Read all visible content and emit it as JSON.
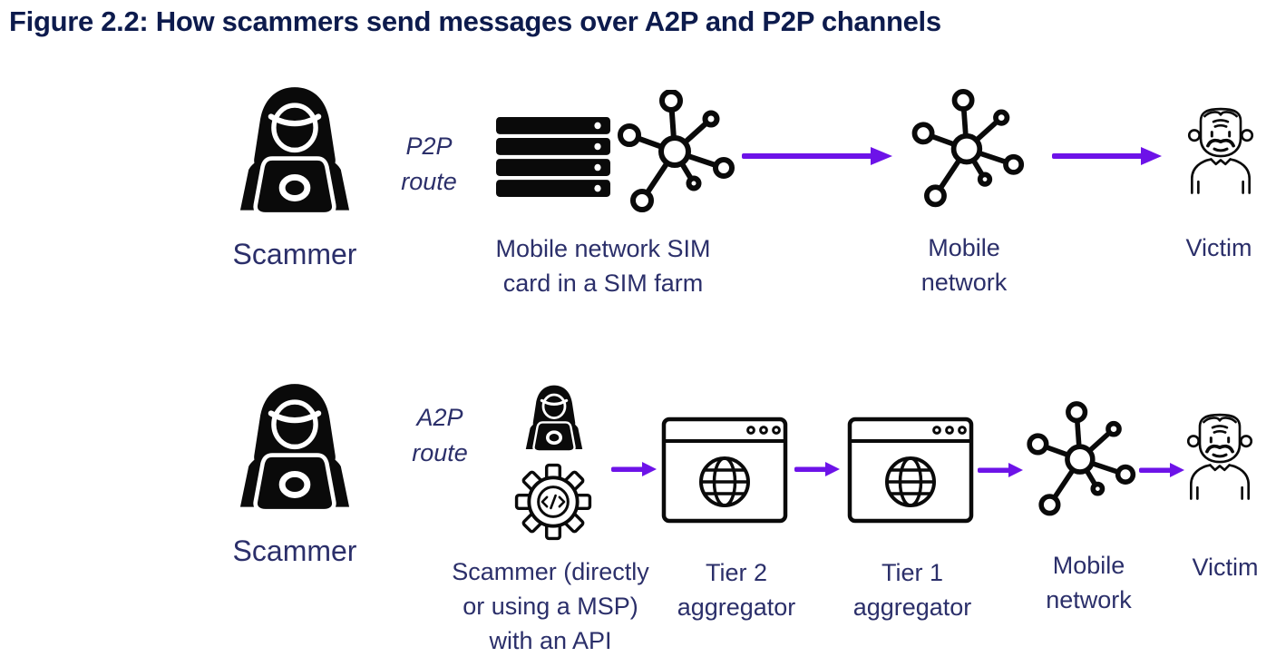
{
  "figure": {
    "title": "Figure 2.2: How scammers send messages over A2P and P2P channels"
  },
  "colors": {
    "title_text": "#0d1b4d",
    "label_text": "#2b2f6a",
    "arrow": "#6d13e8",
    "icon_ink": "#0a0a0a",
    "background": "#ffffff"
  },
  "icons": {
    "scammer": "hooded-scammer-with-laptop-icon",
    "sim_farm_server": "server-rack-icon",
    "network_hub": "network-nodes-icon",
    "victim": "elderly-man-worried-icon",
    "api_gear": "gear-with-code-icon",
    "aggregator": "browser-window-globe-icon",
    "arrow": "right-arrow"
  },
  "p2p": {
    "route_lines": [
      "P2P",
      "route"
    ],
    "scammer_label": "Scammer",
    "sim_farm_lines": [
      "Mobile network SIM",
      "card in a SIM farm"
    ],
    "mobile_network_lines": [
      "Mobile",
      "network"
    ],
    "victim_label": "Victim"
  },
  "a2p": {
    "route_lines": [
      "A2P",
      "route"
    ],
    "scammer_label": "Scammer",
    "api_lines": [
      "Scammer (directly",
      "or using a MSP)",
      "with an API"
    ],
    "tier2_lines": [
      "Tier 2",
      "aggregator"
    ],
    "tier1_lines": [
      "Tier 1",
      "aggregator"
    ],
    "mobile_network_lines": [
      "Mobile",
      "network"
    ],
    "victim_label": "Victim"
  }
}
